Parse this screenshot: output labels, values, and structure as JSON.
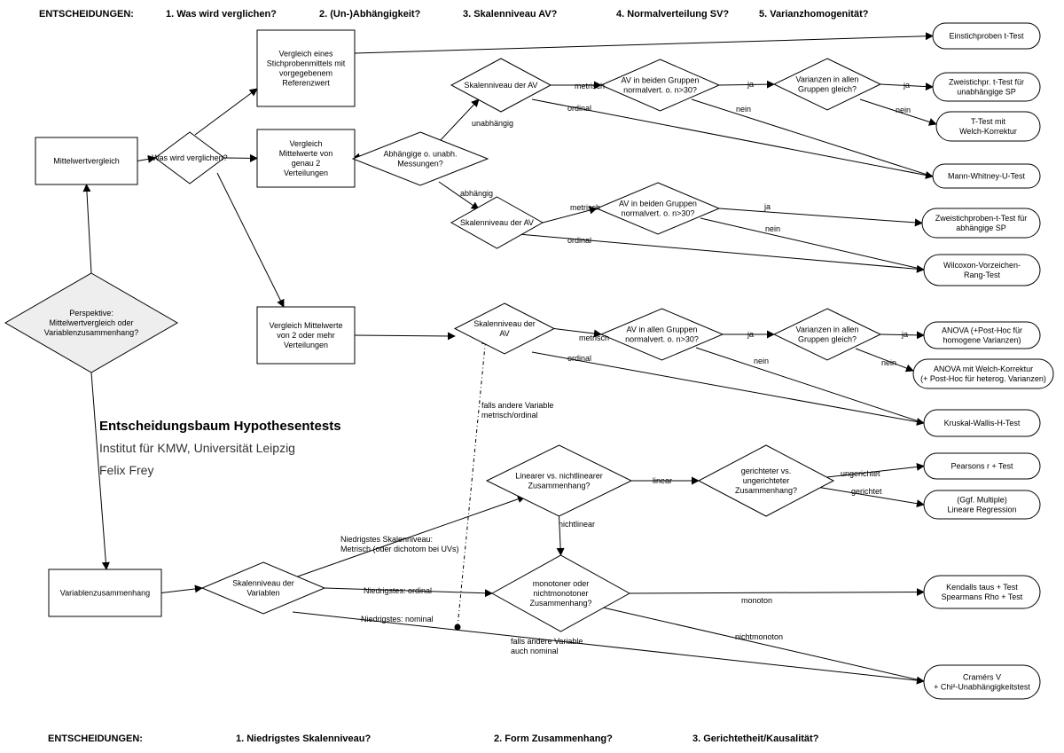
{
  "headers_top": [
    {
      "key": "label",
      "text": "ENTSCHEIDUNGEN:"
    },
    {
      "key": "d1",
      "text": "1. Was wird verglichen?"
    },
    {
      "key": "d2",
      "text": "2. (Un-)Abhängigkeit?"
    },
    {
      "key": "d3",
      "text": "3. Skalenniveau AV?"
    },
    {
      "key": "d4",
      "text": "4. Normalverteilung SV?"
    },
    {
      "key": "d5",
      "text": "5. Varianzhomogenität?"
    }
  ],
  "headers_bottom": [
    {
      "key": "label",
      "text": "ENTSCHEIDUNGEN:"
    },
    {
      "key": "d1",
      "text": "1. Niedrigstes Skalenniveau?"
    },
    {
      "key": "d2",
      "text": "2. Form Zusammenhang?"
    },
    {
      "key": "d3",
      "text": "3. Gerichtetheit/Kausalität?"
    }
  ],
  "title": {
    "main": "Entscheidungsbaum Hypothesentests",
    "institute": "Institut für KMW, Universität Leipzig",
    "author": "Felix Frey"
  },
  "nodes": [
    {
      "id": "perspektive",
      "shape": "diamond",
      "fill": "#eeeeee",
      "lines": [
        "Perspektive:",
        "Mittelwertvergleich oder",
        "Variablenzusammenhang?"
      ]
    },
    {
      "id": "mittelwertvergleich",
      "shape": "rect",
      "lines": [
        "Mittelwertvergleich"
      ]
    },
    {
      "id": "was-verglichen",
      "shape": "diamond",
      "lines": [
        "Was wird verglichen?"
      ]
    },
    {
      "id": "stichprobenmittel",
      "shape": "rect",
      "lines": [
        "Vergleich eines",
        "Stichprobenmittels mit",
        "vorgegebenem",
        "Referenzwert"
      ]
    },
    {
      "id": "zwei-verteilungen",
      "shape": "rect",
      "lines": [
        "Vergleich",
        "Mittelwerte von",
        "genau 2",
        "Verteilungen"
      ]
    },
    {
      "id": "mehr-verteilungen",
      "shape": "rect",
      "lines": [
        "Vergleich Mittelwerte",
        "von 2 oder mehr",
        "Verteilungen"
      ]
    },
    {
      "id": "abhaengig-frage",
      "shape": "diamond",
      "lines": [
        "Abhängige o. unabh.",
        "Messungen?"
      ]
    },
    {
      "id": "skala-unabh",
      "shape": "diamond",
      "lines": [
        "Skalenniveau der AV"
      ]
    },
    {
      "id": "skala-abh",
      "shape": "diamond",
      "lines": [
        "Skalenniveau der AV"
      ]
    },
    {
      "id": "skala-mehr",
      "shape": "diamond",
      "lines": [
        "Skalenniveau der",
        "AV"
      ]
    },
    {
      "id": "nv-unabh",
      "shape": "diamond",
      "lines": [
        "AV in beiden Gruppen",
        "normalvert. o. n>30?"
      ]
    },
    {
      "id": "nv-abh",
      "shape": "diamond",
      "lines": [
        "AV in beiden Gruppen",
        "normalvert. o. n>30?"
      ]
    },
    {
      "id": "nv-mehr",
      "shape": "diamond",
      "lines": [
        "AV in allen Gruppen",
        "normalvert. o. n>30?"
      ]
    },
    {
      "id": "var-unabh",
      "shape": "diamond",
      "lines": [
        "Varianzen in allen",
        "Gruppen gleich?"
      ]
    },
    {
      "id": "var-mehr",
      "shape": "diamond",
      "lines": [
        "Varianzen in allen",
        "Gruppen gleich?"
      ]
    },
    {
      "id": "einstichproben",
      "shape": "rounded",
      "lines": [
        "Einstichproben t-Test"
      ]
    },
    {
      "id": "zweistich-unabh",
      "shape": "rounded",
      "lines": [
        "Zweistichpr. t-Test für",
        "unabhängige SP"
      ]
    },
    {
      "id": "welch",
      "shape": "rounded",
      "lines": [
        "T-Test mit",
        "Welch-Korrektur"
      ]
    },
    {
      "id": "mann-whitney",
      "shape": "rounded",
      "lines": [
        "Mann-Whitney-U-Test"
      ]
    },
    {
      "id": "zweistich-abh",
      "shape": "rounded",
      "lines": [
        "Zweistichproben-t-Test für",
        "abhängige SP"
      ]
    },
    {
      "id": "wilcoxon",
      "shape": "rounded",
      "lines": [
        "Wilcoxon-Vorzeichen-",
        "Rang-Test"
      ]
    },
    {
      "id": "anova",
      "shape": "rounded",
      "lines": [
        "ANOVA (+Post-Hoc für",
        "homogene Varianzen)"
      ]
    },
    {
      "id": "anova-welch",
      "shape": "rounded",
      "lines": [
        "ANOVA mit Welch-Korrektur",
        "(+ Post-Hoc für heterog. Varianzen)"
      ]
    },
    {
      "id": "kruskal",
      "shape": "rounded",
      "lines": [
        "Kruskal-Wallis-H-Test"
      ]
    },
    {
      "id": "variablenzusammenhang",
      "shape": "rect",
      "lines": [
        "Variablenzusammenhang"
      ]
    },
    {
      "id": "skala-variablen",
      "shape": "diamond",
      "lines": [
        "Skalenniveau der",
        "Variablen"
      ]
    },
    {
      "id": "linear-frage",
      "shape": "diamond",
      "lines": [
        "Linearer vs. nichtlinearer",
        "Zusammenhang?"
      ]
    },
    {
      "id": "gerichtet-frage",
      "shape": "diamond",
      "lines": [
        "gerichteter vs.",
        "ungerichteter",
        "Zusammenhang?"
      ]
    },
    {
      "id": "monoton-frage",
      "shape": "diamond",
      "lines": [
        "monotoner oder",
        "nichtmonotoner",
        "Zusammenhang?"
      ]
    },
    {
      "id": "pearson",
      "shape": "rounded",
      "lines": [
        "Pearsons r + Test"
      ]
    },
    {
      "id": "regression",
      "shape": "rounded",
      "lines": [
        "(Ggf. Multiple)",
        "Lineare Regression"
      ]
    },
    {
      "id": "kendall",
      "shape": "rounded",
      "lines": [
        "Kendalls taus + Test",
        "Spearmans Rho + Test"
      ]
    },
    {
      "id": "cramer",
      "shape": "rounded",
      "lines": [
        "Cramérs V",
        "+ Chi²-Unabhängigkeitstest"
      ]
    }
  ],
  "edge_labels": [
    {
      "id": "unabhaengig",
      "text": "unabhängig"
    },
    {
      "id": "abhaengig",
      "text": "abhängig"
    },
    {
      "id": "metrisch-1",
      "text": "metrisch"
    },
    {
      "id": "ordinal-1",
      "text": "ordinal"
    },
    {
      "id": "metrisch-2",
      "text": "metrisch"
    },
    {
      "id": "ordinal-2",
      "text": "ordinal"
    },
    {
      "id": "metrisch-3",
      "text": "metrisch"
    },
    {
      "id": "ordinal-3",
      "text": "ordinal"
    },
    {
      "id": "ja-1",
      "text": "ja"
    },
    {
      "id": "nein-1",
      "text": "nein"
    },
    {
      "id": "ja-2",
      "text": "ja"
    },
    {
      "id": "nein-2",
      "text": "nein"
    },
    {
      "id": "ja-3",
      "text": "ja"
    },
    {
      "id": "nein-3",
      "text": "nein"
    },
    {
      "id": "ja-4",
      "text": "ja"
    },
    {
      "id": "nein-4",
      "text": "nein"
    },
    {
      "id": "ja-5",
      "text": "ja"
    },
    {
      "id": "nein-5",
      "text": "nein"
    },
    {
      "id": "falls-metrisch",
      "lines": [
        "falls andere Variable",
        "metrisch/ordinal"
      ]
    },
    {
      "id": "niedrigstes-metrisch",
      "lines": [
        "Niedrigstes Skalenniveau:",
        "Metrisch (oder dichotom bei UVs)"
      ]
    },
    {
      "id": "niedrigstes-ordinal",
      "text": "Niedrigstes: ordinal"
    },
    {
      "id": "niedrigstes-nominal",
      "text": "Niedrigstes: nominal"
    },
    {
      "id": "falls-nominal",
      "lines": [
        "falls andere Variable",
        "auch nominal"
      ]
    },
    {
      "id": "linear",
      "text": "linear"
    },
    {
      "id": "nichtlinear",
      "text": "nichtlinear"
    },
    {
      "id": "ungerichtet",
      "text": "ungerichtet"
    },
    {
      "id": "gerichtet",
      "text": "gerichtet"
    },
    {
      "id": "monoton",
      "text": "monoton"
    },
    {
      "id": "nichtmonoton",
      "text": "nichtmonoton"
    }
  ]
}
